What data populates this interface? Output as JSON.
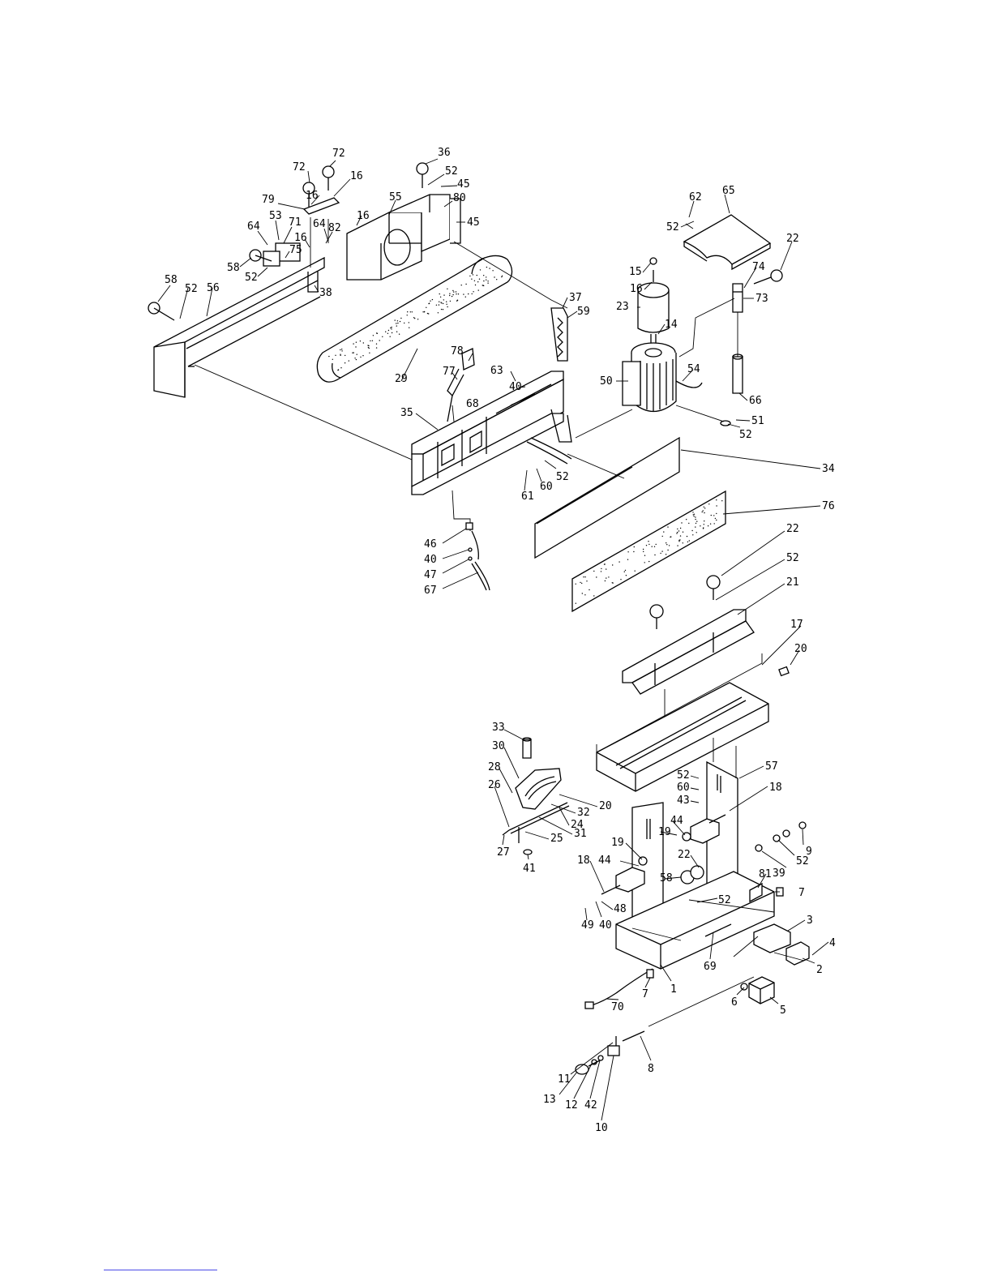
{
  "diagram": {
    "type": "exploded-parts-view",
    "accent": "#000000",
    "part_labels": [
      "1",
      "2",
      "3",
      "4",
      "5",
      "6",
      "7",
      "8",
      "9",
      "10",
      "11",
      "12",
      "13",
      "14",
      "15",
      "16",
      "17",
      "18",
      "19",
      "20",
      "21",
      "22",
      "23",
      "24",
      "25",
      "26",
      "27",
      "28",
      "29",
      "30",
      "31",
      "32",
      "33",
      "34",
      "35",
      "36",
      "37",
      "38",
      "39",
      "40",
      "41",
      "42",
      "43",
      "44",
      "45",
      "46",
      "47",
      "48",
      "49",
      "50",
      "51",
      "52",
      "53",
      "54",
      "55",
      "56",
      "57",
      "58",
      "59",
      "60",
      "61",
      "62",
      "63",
      "64",
      "65",
      "66",
      "67",
      "68",
      "69",
      "70",
      "71",
      "72",
      "73",
      "74",
      "75",
      "76",
      "77",
      "78",
      "79",
      "80",
      "81",
      "82"
    ]
  },
  "labels": {
    "l72a": "72",
    "l72b": "72",
    "l16a": "16",
    "l36": "36",
    "l52a": "52",
    "l45a": "45",
    "l80": "80",
    "l45b": "45",
    "l79": "79",
    "l16b": "16",
    "l16c": "16",
    "l55": "55",
    "l53": "53",
    "l71": "71",
    "l64a": "64",
    "l64b": "64",
    "l82": "82",
    "l16d": "16",
    "l75": "75",
    "l58a": "58",
    "l52b": "52",
    "l58b": "58",
    "l52c": "52",
    "l56": "56",
    "l38": "38",
    "l62": "62",
    "l65": "65",
    "l52d": "52",
    "l22a": "22",
    "l15": "15",
    "l16e": "16",
    "l74": "74",
    "l73": "73",
    "l23": "23",
    "l14": "14",
    "l37": "37",
    "l59": "59",
    "l29": "29",
    "l78": "78",
    "l77": "77",
    "l63": "63",
    "l40a": "40",
    "l50": "50",
    "l54": "54",
    "l66": "66",
    "l51": "51",
    "l52e": "52",
    "l35": "35",
    "l68": "68",
    "l52f": "52",
    "l60a": "60",
    "l61": "61",
    "l34": "34",
    "l76": "76",
    "l46": "46",
    "l40b": "40",
    "l47": "47",
    "l67": "67",
    "l22b": "22",
    "l52g": "52",
    "l21": "21",
    "l17": "17",
    "l20a": "20",
    "l33": "33",
    "l30": "30",
    "l28": "28",
    "l26": "26",
    "l20b": "20",
    "l32": "32",
    "l24": "24",
    "l31": "31",
    "l25": "25",
    "l27": "27",
    "l41": "41",
    "l57": "57",
    "l52h": "52",
    "l60b": "60",
    "l43": "43",
    "l18a": "18",
    "l44a": "44",
    "l19a": "19",
    "l9": "9",
    "l52i": "52",
    "l39": "39",
    "l19b": "19",
    "l44b": "44",
    "l22c": "22",
    "l58c": "58",
    "l18b": "18",
    "l81": "81",
    "l7a": "7",
    "l52j": "52",
    "l48": "48",
    "l49": "49",
    "l40c": "40",
    "l3": "3",
    "l4": "4",
    "l2": "2",
    "l69": "69",
    "l1": "1",
    "l7b": "7",
    "l70": "70",
    "l6": "6",
    "l5": "5",
    "l11": "11",
    "l8": "8",
    "l13": "13",
    "l12": "12",
    "l42": "42",
    "l10": "10"
  }
}
